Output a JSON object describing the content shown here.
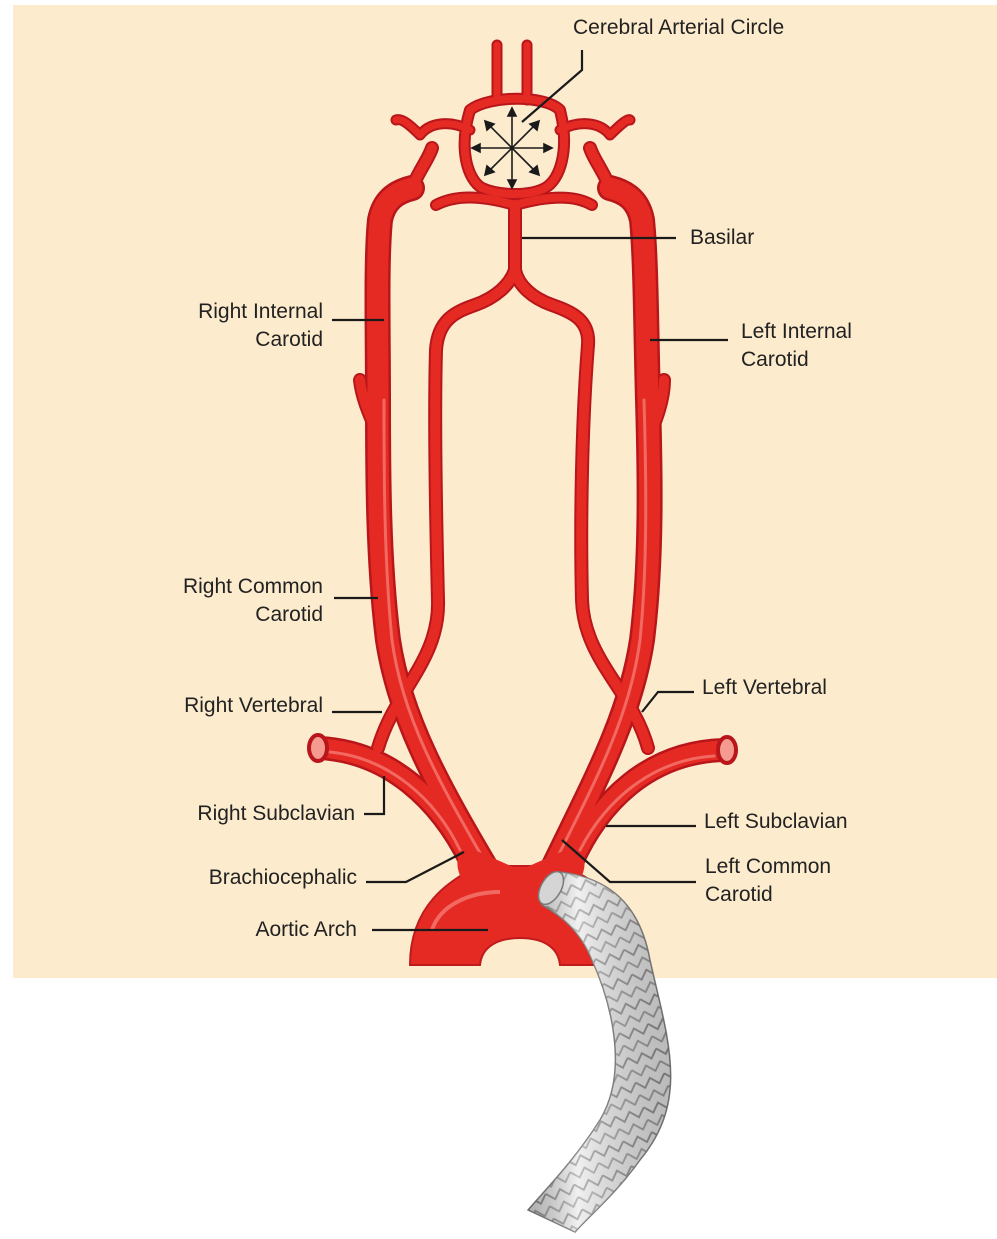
{
  "colors": {
    "background": "#fcebcd",
    "vessel": "#e42a23",
    "vessel_dark": "#b8161a",
    "vessel_highlight": "#f7847a",
    "stent": "#e6e6e6",
    "stent_wire": "#8f8f8f",
    "label_text": "#222222"
  },
  "labels": {
    "cerebral_arterial_circle": "Cerebral Arterial Circle",
    "basilar": "Basilar",
    "right_internal_carotid": [
      "Right Internal",
      "Carotid"
    ],
    "left_internal_carotid": [
      "Left Internal",
      "Carotid"
    ],
    "right_common_carotid": [
      "Right Common",
      "Carotid"
    ],
    "right_vertebral": "Right Vertebral",
    "left_vertebral": "Left Vertebral",
    "right_subclavian": "Right Subclavian",
    "left_subclavian": "Left Subclavian",
    "brachiocephalic": "Brachiocephalic",
    "left_common_carotid": [
      "Left Common",
      "Carotid"
    ],
    "aortic_arch": "Aortic Arch"
  }
}
